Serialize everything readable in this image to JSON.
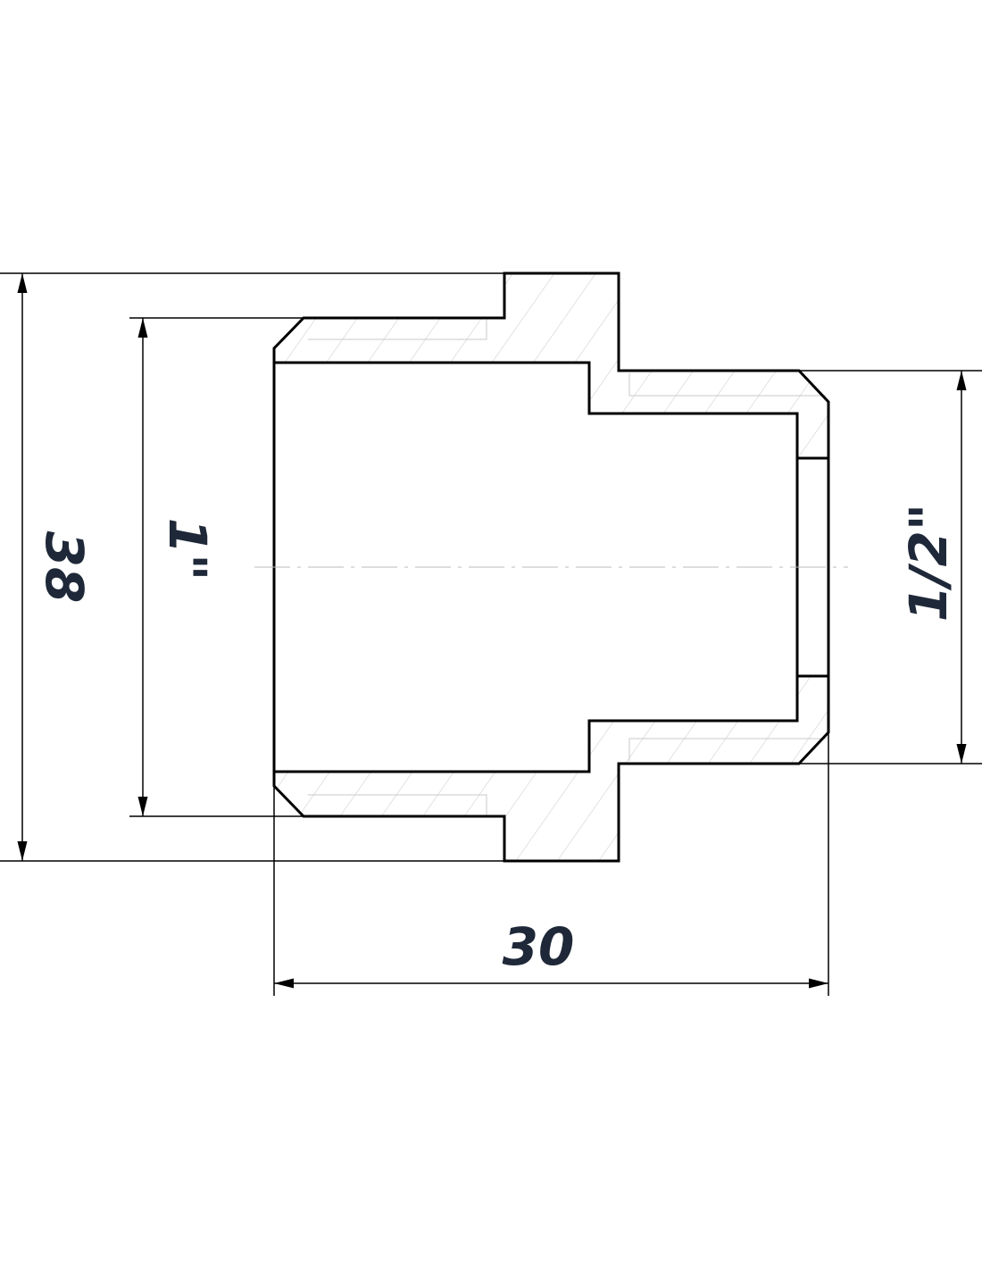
{
  "drawing": {
    "colors": {
      "outline": "#000000",
      "hatch": "#c8c8c8",
      "text": "#1e2838"
    },
    "dimensions": {
      "outer_diameter": "38",
      "left_thread": "1\"",
      "right_thread": "1/2\"",
      "length": "30"
    }
  }
}
